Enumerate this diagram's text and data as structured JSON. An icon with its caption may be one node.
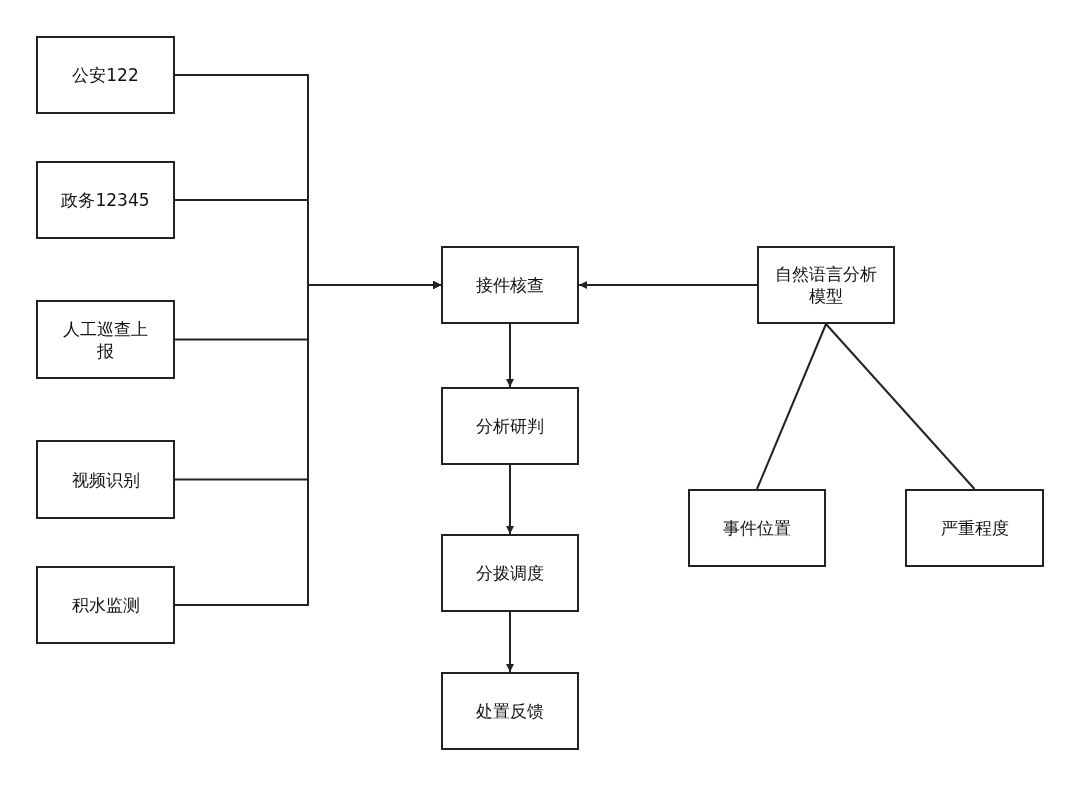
{
  "diagram": {
    "nodes": [
      {
        "text": [
          "公安122"
        ]
      },
      {
        "text": [
          "政务12345"
        ]
      },
      {
        "text": [
          "人工巡查上报"
        ]
      },
      {
        "text": [
          "视频识别"
        ]
      },
      {
        "text": [
          "积水监测"
        ]
      },
      {
        "text": [
          "接件核查"
        ]
      },
      {
        "text": [
          "分析研判"
        ]
      },
      {
        "text": [
          "分拨调度"
        ]
      },
      {
        "text": [
          "处置反馈"
        ]
      },
      {
        "text": [
          "自然语言分析模型"
        ]
      },
      {
        "text": [
          "事件位置"
        ]
      },
      {
        "text": [
          "严重程度"
        ]
      }
    ],
    "edges": [
      {
        "from": 0,
        "to": 5,
        "arrow": "to"
      },
      {
        "from": 1,
        "to": 5,
        "arrow": "to"
      },
      {
        "from": 2,
        "to": 5,
        "arrow": "to"
      },
      {
        "from": 3,
        "to": 5,
        "arrow": "to"
      },
      {
        "from": 4,
        "to": 5,
        "arrow": "to"
      },
      {
        "from": 9,
        "to": 5,
        "arrow": "to"
      },
      {
        "from": 5,
        "to": 6,
        "arrow": "to"
      },
      {
        "from": 6,
        "to": 7,
        "arrow": "to"
      },
      {
        "from": 7,
        "to": 8,
        "arrow": "to"
      },
      {
        "from": 9,
        "to": 10,
        "arrow": "none"
      },
      {
        "from": 9,
        "to": 11,
        "arrow": "none"
      }
    ]
  }
}
